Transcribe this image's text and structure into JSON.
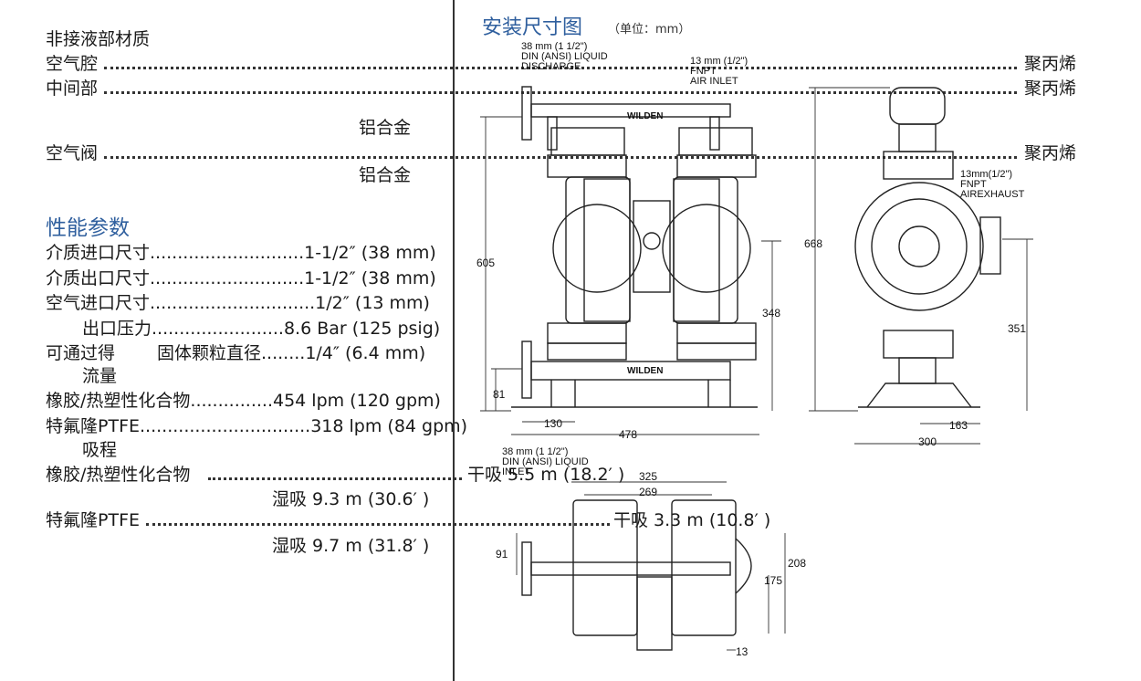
{
  "materials": {
    "heading": "非接液部材质",
    "air_chamber": {
      "label": "空气腔",
      "value": "聚丙烯"
    },
    "center_section": {
      "label": "中间部",
      "value": "聚丙烯",
      "value2": "铝合金"
    },
    "air_valve": {
      "label": "空气阀",
      "value": "聚丙烯",
      "value2": "铝合金"
    }
  },
  "performance": {
    "heading": "性能参数",
    "inlet": "介质进口尺寸............................1-1/2″ (38 mm)",
    "outlet": "介质出口尺寸............................1-1/2″ (38 mm)",
    "air_inlet": "空气进口尺寸..............................1/2″ (13 mm)",
    "outlet_pressure": "出口压力........................8.6 Bar (125 psig)",
    "solids_prefix": "可通过得",
    "solids": "固体颗粒直径........1/4″ (6.4 mm)",
    "flow_heading": "流量",
    "rubber_flow": "橡胶/热塑性化合物...............454 lpm (120 gpm)",
    "ptfe_flow": "特氟隆PTFE...............................318 lpm (84 gpm)",
    "suction_heading": "吸程",
    "rubber_suction_label": "橡胶/热塑性化合物",
    "rubber_dry": "干吸 5.5 m (18.2′ )",
    "rubber_wet": "湿吸 9.3 m (30.6′ )",
    "ptfe_suction_label": "特氟隆PTFE",
    "ptfe_dry": "干吸 3.3 m (10.8′ )",
    "ptfe_wet": "湿吸 9.7 m (31.8′ )"
  },
  "drawing": {
    "title": "安装尺寸图",
    "unit": "（单位：mm）",
    "brand": "WILDEN",
    "notes": {
      "discharge": "38 mm (1 1/2\")\nDIN (ANSI) LIQUID\nDISCHARGE",
      "air_inlet": "13 mm (1/2\")\nFNPT\nAIR INLET",
      "air_exhaust": "13mm(1/2\")\nFNPT\nAIREXHAUST",
      "liquid_inlet": "38 mm (1 1/2\")\nDIN (ANSI) LIQUID\nINLET"
    },
    "dims": {
      "height_left": "605",
      "height_total": "668",
      "height_mid": "348",
      "height_side": "351",
      "base": "81",
      "inlet_offset": "130",
      "width_front": "478",
      "side_offset": "163",
      "side_width": "300",
      "top_width_outer": "325",
      "top_width_inner": "269",
      "top_91": "91",
      "top_175": "175",
      "top_208": "208",
      "top_13": "13"
    }
  }
}
